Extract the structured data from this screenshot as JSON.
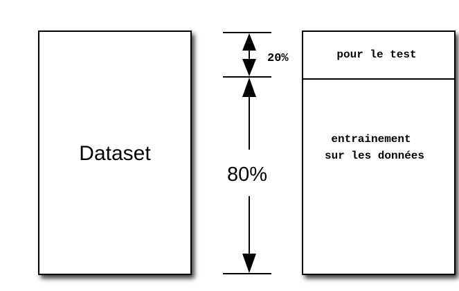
{
  "dataset": {
    "label": "Dataset"
  },
  "split": {
    "test_percent_label": "20%",
    "train_percent_label": "80%",
    "test_label": "pour le test",
    "train_label_line1": "entrainement",
    "train_label_line2": "sur les données"
  },
  "colors": {
    "stroke": "#000000",
    "fill": "#ffffff",
    "shadow": "#3a3a3a"
  }
}
